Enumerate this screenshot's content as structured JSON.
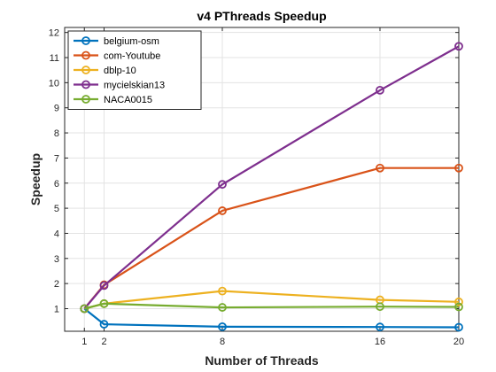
{
  "chart_data": {
    "type": "line",
    "title": "v4 PThreads Speedup",
    "xlabel": "Number of Threads",
    "ylabel": "Speedup",
    "x": [
      1,
      2,
      8,
      16,
      20
    ],
    "xticks": [
      1,
      2,
      8,
      16,
      20
    ],
    "yticks": [
      1,
      2,
      3,
      4,
      5,
      6,
      7,
      8,
      9,
      10,
      11,
      12
    ],
    "xlim": [
      0,
      20
    ],
    "ylim": [
      0.1,
      12.2
    ],
    "grid": true,
    "legend_position": "top-left",
    "series": [
      {
        "name": "belgium-osm",
        "color": "#0072BD",
        "values": [
          1.0,
          0.38,
          0.28,
          0.27,
          0.26
        ]
      },
      {
        "name": "com-Youtube",
        "color": "#D95319",
        "values": [
          1.0,
          1.95,
          4.9,
          6.6,
          6.6
        ]
      },
      {
        "name": "dblp-10",
        "color": "#EDB120",
        "values": [
          1.0,
          1.2,
          1.7,
          1.35,
          1.27
        ]
      },
      {
        "name": "mycielskian13",
        "color": "#7E2F8E",
        "values": [
          1.0,
          1.92,
          5.95,
          9.7,
          11.45
        ]
      },
      {
        "name": "NACA0015",
        "color": "#77AC30",
        "values": [
          1.0,
          1.2,
          1.05,
          1.08,
          1.07
        ]
      }
    ]
  }
}
